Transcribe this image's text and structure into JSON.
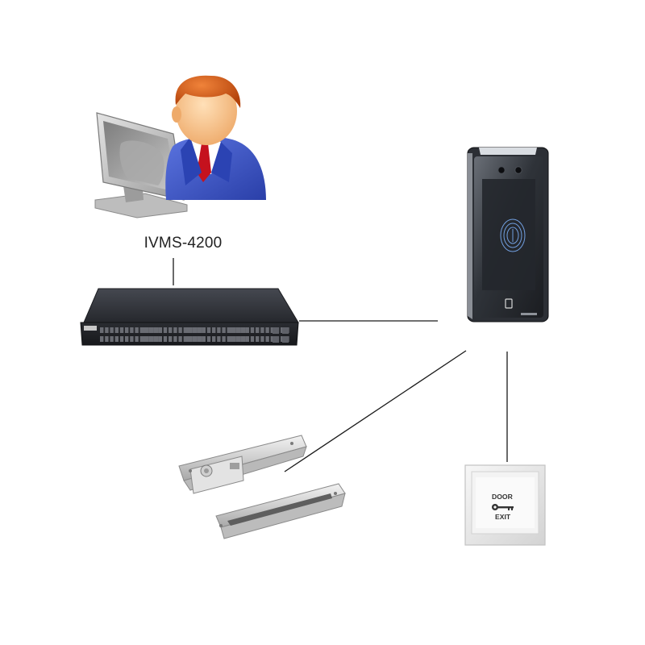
{
  "nodes": {
    "workstation": {
      "label": "IVMS-4200",
      "icon": "user-at-monitor-icon"
    },
    "network_switch": {
      "icon": "network-switch-icon"
    },
    "face_terminal": {
      "icon": "face-recognition-terminal-icon"
    },
    "door_lock": {
      "icon": "electric-bolt-lock-icon"
    },
    "exit_button": {
      "icon": "exit-button-icon",
      "text_line_1": "DOOR",
      "text_line_2": "EXIT"
    }
  },
  "edges": [
    {
      "from": "workstation",
      "to": "network_switch"
    },
    {
      "from": "network_switch",
      "to": "face_terminal"
    },
    {
      "from": "face_terminal",
      "to": "door_lock"
    },
    {
      "from": "face_terminal",
      "to": "exit_button"
    }
  ],
  "colors": {
    "line": "#1a1a1a",
    "skin": "#f6c58f",
    "hair": "#d9540c",
    "suit": "#3a55c8",
    "tie": "#c5121e",
    "switch_body": "#2b2d33",
    "terminal_body": "#262a31",
    "lock_metal": "#d9d9d9",
    "button_plate": "#ececec"
  }
}
